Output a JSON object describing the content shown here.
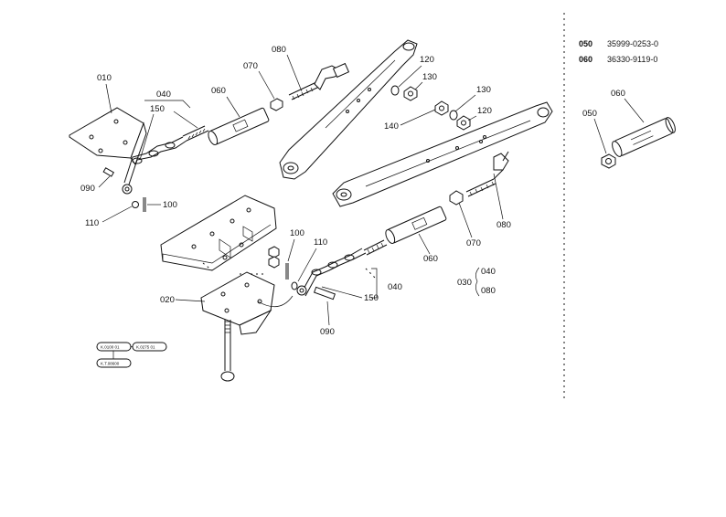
{
  "legend": [
    {
      "code": "050",
      "part_number": "35999-0253-0"
    },
    {
      "code": "060",
      "part_number": "36330-9119-0"
    }
  ],
  "callouts": {
    "c010": "010",
    "c040_top": "040",
    "c150_top": "150",
    "c060_top": "060",
    "c070_top": "070",
    "c080_top": "080",
    "c120_top": "120",
    "c130_top": "130",
    "c140": "140",
    "c130_mid": "130",
    "c120_mid": "120",
    "c090_top": "090",
    "c110_top": "110",
    "c100_top": "100",
    "c100_bot": "100",
    "c110_bot": "110",
    "c060_bot": "060",
    "c070_bot": "070",
    "c080_bot": "080",
    "c040_bot": "040",
    "c150_bot": "150",
    "c090_bot": "090",
    "c020": "020",
    "c030": "030",
    "c040_grp": "040",
    "c080_grp": "080",
    "c050_side": "050",
    "c060_side": "060"
  },
  "serial_boxes": {
    "box1": "K.0100 01",
    "box2": "K.0275 01",
    "box3": "K.T.08600"
  }
}
